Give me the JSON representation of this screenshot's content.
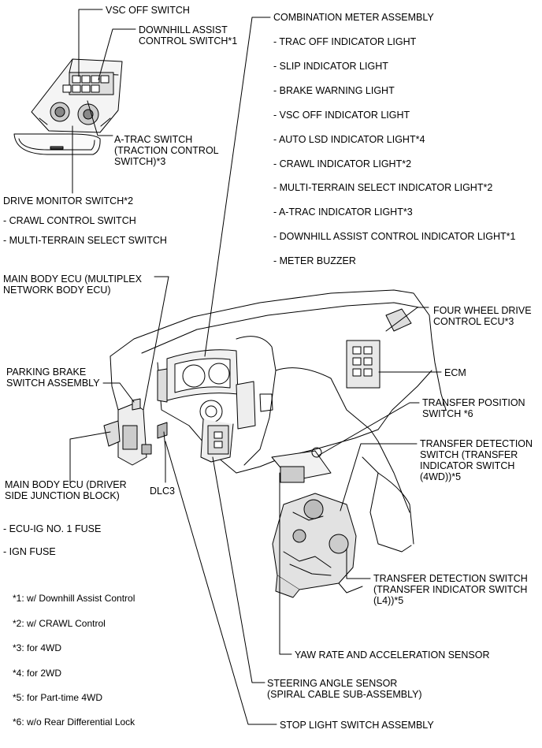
{
  "labels": {
    "vsc_off_switch": "VSC OFF SWITCH",
    "downhill_assist_control_switch": "DOWNHILL ASSIST\nCONTROL SWITCH*1",
    "a_trac_switch": "A-TRAC SWITCH\n(TRACTION CONTROL\nSWITCH)*3",
    "drive_monitor_switch": "DRIVE MONITOR SWITCH*2",
    "crawl_control_switch": "- CRAWL CONTROL SWITCH",
    "multi_terrain_select_switch": "- MULTI-TERRAIN SELECT SWITCH",
    "main_body_ecu_multiplex": "MAIN BODY ECU (MULTIPLEX\nNETWORK BODY ECU)",
    "parking_brake_switch": "PARKING BRAKE\nSWITCH ASSEMBLY",
    "main_body_ecu_driver_side": "MAIN BODY ECU (DRIVER\nSIDE JUNCTION BLOCK)",
    "dlc3": "DLC3",
    "ecu_ig_no1_fuse": "- ECU-IG NO. 1 FUSE",
    "ign_fuse": "- IGN FUSE",
    "combination_meter_assembly": "COMBINATION METER ASSEMBLY",
    "four_wheel_drive_control_ecu": "FOUR WHEEL DRIVE\nCONTROL ECU*3",
    "ecm": "ECM",
    "transfer_position_switch": "TRANSFER POSITION\nSWITCH *6",
    "transfer_detection_switch_4wd": "TRANSFER DETECTION\nSWITCH (TRANSFER\nINDICATOR SWITCH\n(4WD))*5",
    "transfer_detection_switch_l4": "TRANSFER DETECTION SWITCH\n(TRANSFER INDICATOR SWITCH\n(L4))*5",
    "yaw_rate_sensor": "YAW RATE AND ACCELERATION SENSOR",
    "steering_angle_sensor": "STEERING ANGLE SENSOR\n(SPIRAL CABLE SUB-ASSEMBLY)",
    "stop_light_switch": "STOP LIGHT SWITCH ASSEMBLY"
  },
  "meter_items": [
    "- TRAC OFF INDICATOR LIGHT",
    "- SLIP INDICATOR LIGHT",
    "- BRAKE WARNING LIGHT",
    "- VSC OFF INDICATOR LIGHT",
    "- AUTO LSD INDICATOR LIGHT*4",
    "- CRAWL INDICATOR LIGHT*2",
    "- MULTI-TERRAIN SELECT INDICATOR LIGHT*2",
    "- A-TRAC INDICATOR LIGHT*3",
    "- DOWNHILL ASSIST CONTROL INDICATOR LIGHT*1",
    "- METER BUZZER"
  ],
  "notes": [
    "*1: w/ Downhill Assist Control",
    "*2: w/ CRAWL Control",
    "*3: for 4WD",
    "*4: for 2WD",
    "*5: for Part-time 4WD",
    "*6: w/o Rear Differential Lock"
  ]
}
